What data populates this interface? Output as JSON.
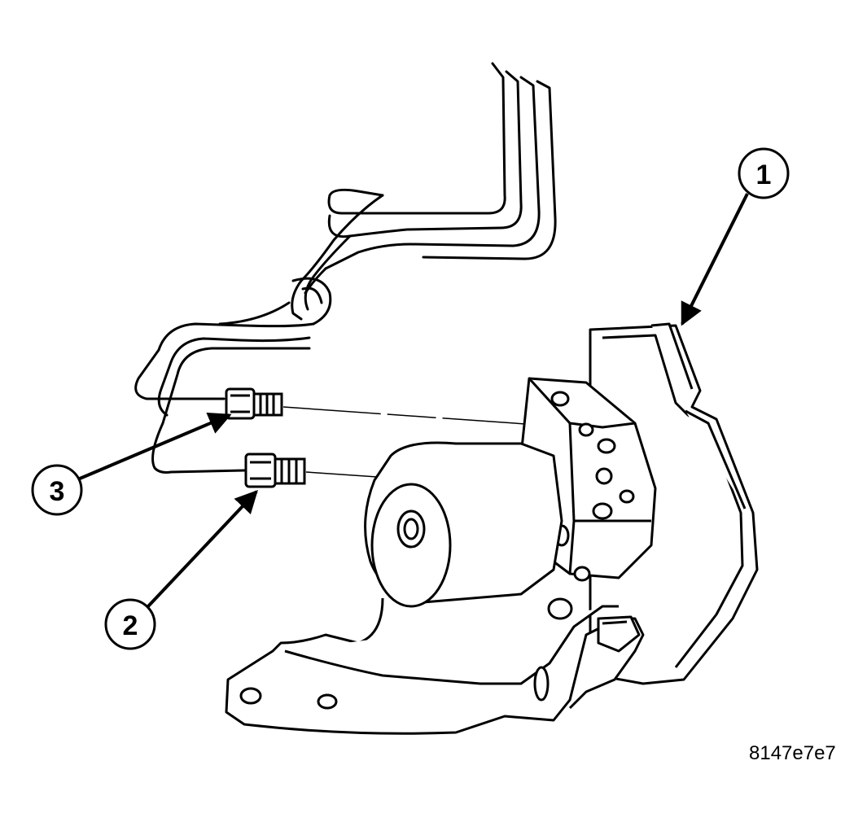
{
  "figure_id": "8147e7e7",
  "callouts": [
    {
      "label": "1",
      "points_to": "hydraulic-control-unit"
    },
    {
      "label": "2",
      "points_to": "lower-brake-line-fitting"
    },
    {
      "label": "3",
      "points_to": "upper-brake-line-fitting"
    }
  ],
  "colors": {
    "ink": "#000000",
    "paper": "#ffffff"
  }
}
